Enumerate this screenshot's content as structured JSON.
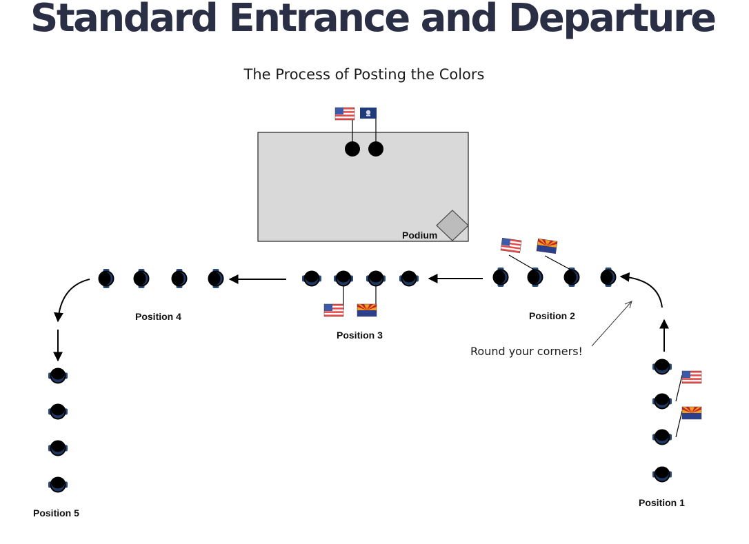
{
  "header": {
    "title": "Standard Entrance and Departure",
    "subtitle": "The Process of Posting the Colors"
  },
  "stage": {
    "podium_label": "Podium"
  },
  "positions": {
    "p1": "Position 1",
    "p2": "Position 2",
    "p3": "Position 3",
    "p4": "Position 4",
    "p5": "Position 5"
  },
  "callout": {
    "text": "Round your corners!"
  },
  "colors": {
    "navy": "#1f3864",
    "shoulder": "#2a4d7a",
    "stage_fill": "#d9d9d9",
    "title_text": "#2b2f45"
  },
  "flags": [
    "us-flag-icon",
    "arizona-flag-icon",
    "seal-flag-icon"
  ]
}
